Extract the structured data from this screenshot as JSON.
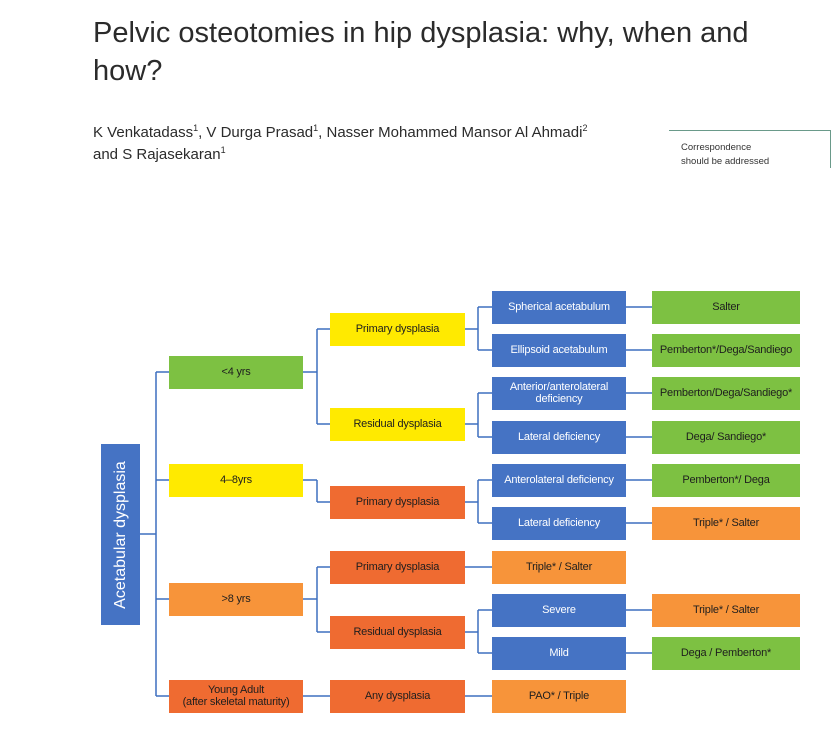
{
  "paper": {
    "title": "Pelvic osteotomies in hip dysplasia: why, when and how?",
    "authors_line1": [
      {
        "name": "K Venkatadass",
        "sup": "1"
      },
      {
        "name": ", V Durga  Prasad",
        "sup": "1"
      },
      {
        "name": ", Nasser  Mohammed  Mansor Al  Ahmadi",
        "sup": "2"
      }
    ],
    "authors_line2": [
      {
        "name": "and S Rajasekaran",
        "sup": "1"
      }
    ],
    "correspondence_line1": "Correspondence",
    "correspondence_line2": "should be addressed"
  },
  "diagram": {
    "root": "Acetabular dysplasia",
    "colors": {
      "green": "#7dc142",
      "yellow": "#ffea00",
      "orange": "#f7943a",
      "dark_orange": "#ef6b31",
      "blue": "#4573c4",
      "line": "#3d6fbf"
    },
    "age_groups": [
      {
        "id": "a1",
        "label": "<4 yrs",
        "color": "green"
      },
      {
        "id": "a2",
        "label": "4–8yrs",
        "color": "yellow"
      },
      {
        "id": "a3",
        "label": ">8 yrs",
        "color": "orange"
      },
      {
        "id": "a4",
        "label": "Young Adult\n(after skeletal maturity)",
        "color": "dark_orange"
      }
    ],
    "dysplasia_types": [
      {
        "id": "d1",
        "label": "Primary  dysplasia",
        "color": "yellow",
        "parent": "a1"
      },
      {
        "id": "d2",
        "label": "Residual dysplasia",
        "color": "yellow",
        "parent": "a1"
      },
      {
        "id": "d3",
        "label": "Primary dysplasia",
        "color": "dark_orange",
        "parent": "a2"
      },
      {
        "id": "d4",
        "label": "Primary dysplasia",
        "color": "dark_orange",
        "parent": "a3"
      },
      {
        "id": "d5",
        "label": "Residual dysplasia",
        "color": "dark_orange",
        "parent": "a3"
      },
      {
        "id": "d6",
        "label": "Any dysplasia",
        "color": "dark_orange",
        "parent": "a4"
      }
    ],
    "findings": [
      {
        "id": "f1",
        "label": "Spherical acetabulum",
        "color": "blue",
        "parent": "d1"
      },
      {
        "id": "f2",
        "label": "Ellipsoid acetabulum",
        "color": "blue",
        "parent": "d1"
      },
      {
        "id": "f3",
        "label": "Anterior/anterolateral\ndeficiency",
        "color": "blue",
        "parent": "d2"
      },
      {
        "id": "f4",
        "label": "Lateral deficiency",
        "color": "blue",
        "parent": "d2"
      },
      {
        "id": "f5",
        "label": "Anterolateral deficiency",
        "color": "blue",
        "parent": "d3"
      },
      {
        "id": "f6",
        "label": "Lateral deficiency",
        "color": "blue",
        "parent": "d3"
      },
      {
        "id": "f7",
        "label": "Triple* / Salter",
        "color": "orange",
        "parent": "d4"
      },
      {
        "id": "f8",
        "label": "Severe",
        "color": "blue",
        "parent": "d5"
      },
      {
        "id": "f9",
        "label": "Mild",
        "color": "blue",
        "parent": "d5"
      },
      {
        "id": "f10",
        "label": "PAO* / Triple",
        "color": "orange",
        "parent": "d6"
      }
    ],
    "procedures": [
      {
        "id": "p1",
        "label": "Salter",
        "color": "green",
        "parent": "f1"
      },
      {
        "id": "p2",
        "label": "Pemberton*/Dega/Sandiego",
        "color": "green",
        "parent": "f2"
      },
      {
        "id": "p3",
        "label": "Pemberton/Dega/Sandiego*",
        "color": "green",
        "parent": "f3"
      },
      {
        "id": "p4",
        "label": "Dega/ Sandiego*",
        "color": "green",
        "parent": "f4"
      },
      {
        "id": "p5",
        "label": "Pemberton*/ Dega",
        "color": "green",
        "parent": "f5"
      },
      {
        "id": "p6",
        "label": "Triple* / Salter",
        "color": "orange",
        "parent": "f6"
      },
      {
        "id": "p7",
        "label": "Triple* / Salter",
        "color": "orange",
        "parent": "f8"
      },
      {
        "id": "p8",
        "label": "Dega / Pemberton*",
        "color": "green",
        "parent": "f9"
      }
    ]
  }
}
